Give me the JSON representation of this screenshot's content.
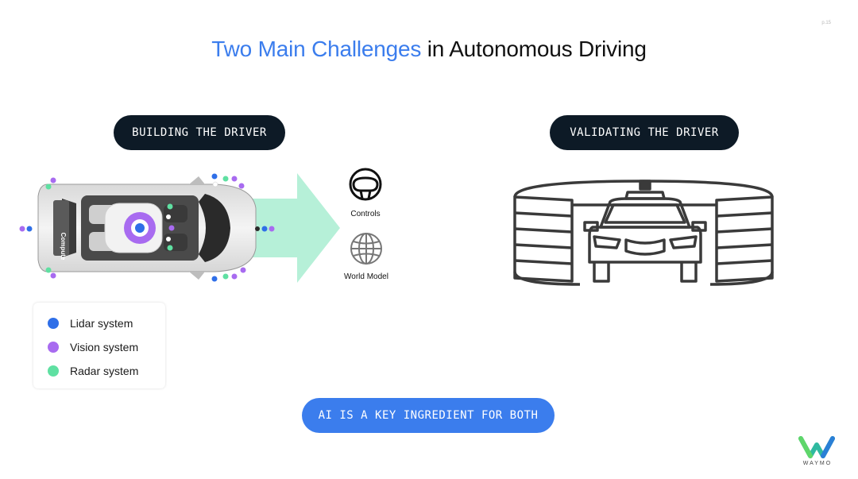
{
  "page_number": "p.15",
  "title": {
    "accent": "Two Main Challenges",
    "rest": " in Autonomous Driving"
  },
  "pills": {
    "building": "BUILDING THE DRIVER",
    "validating": "VALIDATING THE DRIVER",
    "bottom": "AI IS A KEY INGREDIENT FOR BOTH"
  },
  "car": {
    "compute_label": "Compute"
  },
  "outputs": {
    "controls": "Controls",
    "world_model": "World Model"
  },
  "legend": [
    {
      "label": "Lidar system",
      "color": "#2f6fe8"
    },
    {
      "label": "Vision system",
      "color": "#a86bf0"
    },
    {
      "label": "Radar system",
      "color": "#5fe0a2"
    }
  ],
  "colors": {
    "accent": "#3b7ded",
    "dark_pill": "#0d1a26",
    "arrow": "#b6f0d8"
  },
  "logo": {
    "text": "WAYMO"
  }
}
